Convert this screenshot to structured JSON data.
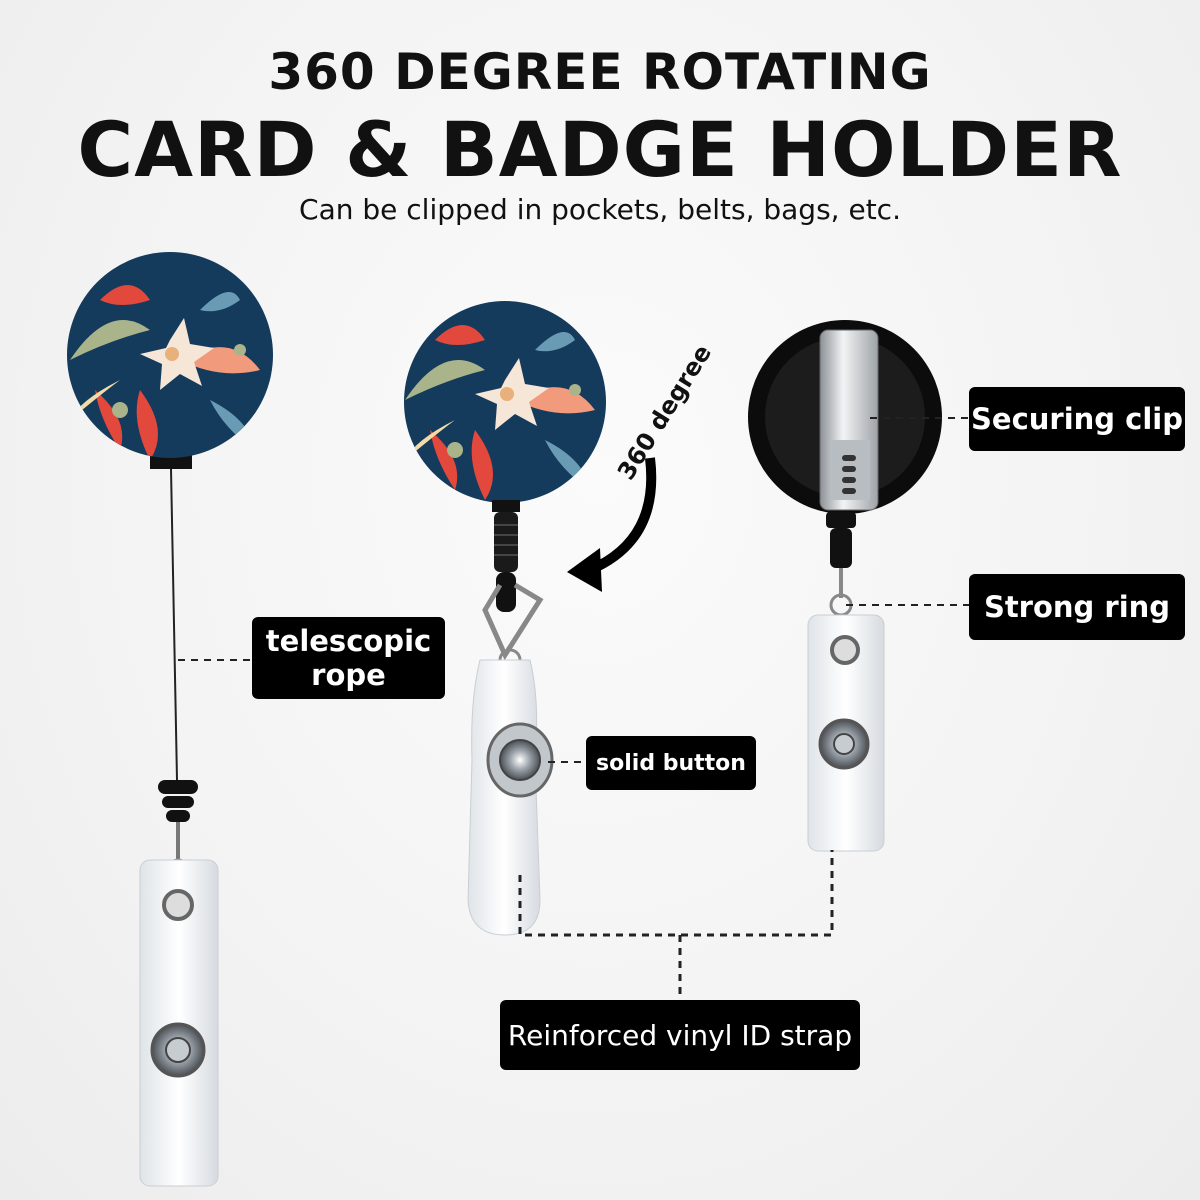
{
  "header": {
    "line1": "360 DEGREE ROTATING",
    "line2": "CARD & BADGE HOLDER",
    "subtitle": "Can be clipped in pockets, belts, bags, etc."
  },
  "labels": {
    "telescopic_rope_line1": "telescopic",
    "telescopic_rope_line2": "rope",
    "solid_button": "solid button",
    "securing_clip": "Securing clip",
    "strong_ring": "Strong ring",
    "vinyl_strap": "Reinforced vinyl ID strap",
    "rotation": "360 degree"
  },
  "colors": {
    "badge_background": "#143a5c",
    "flower_red": "#e2483c",
    "flower_cream": "#f6e6d8",
    "leaf_green": "#a9b48a",
    "label_bg": "#000000",
    "label_text": "#ffffff"
  }
}
